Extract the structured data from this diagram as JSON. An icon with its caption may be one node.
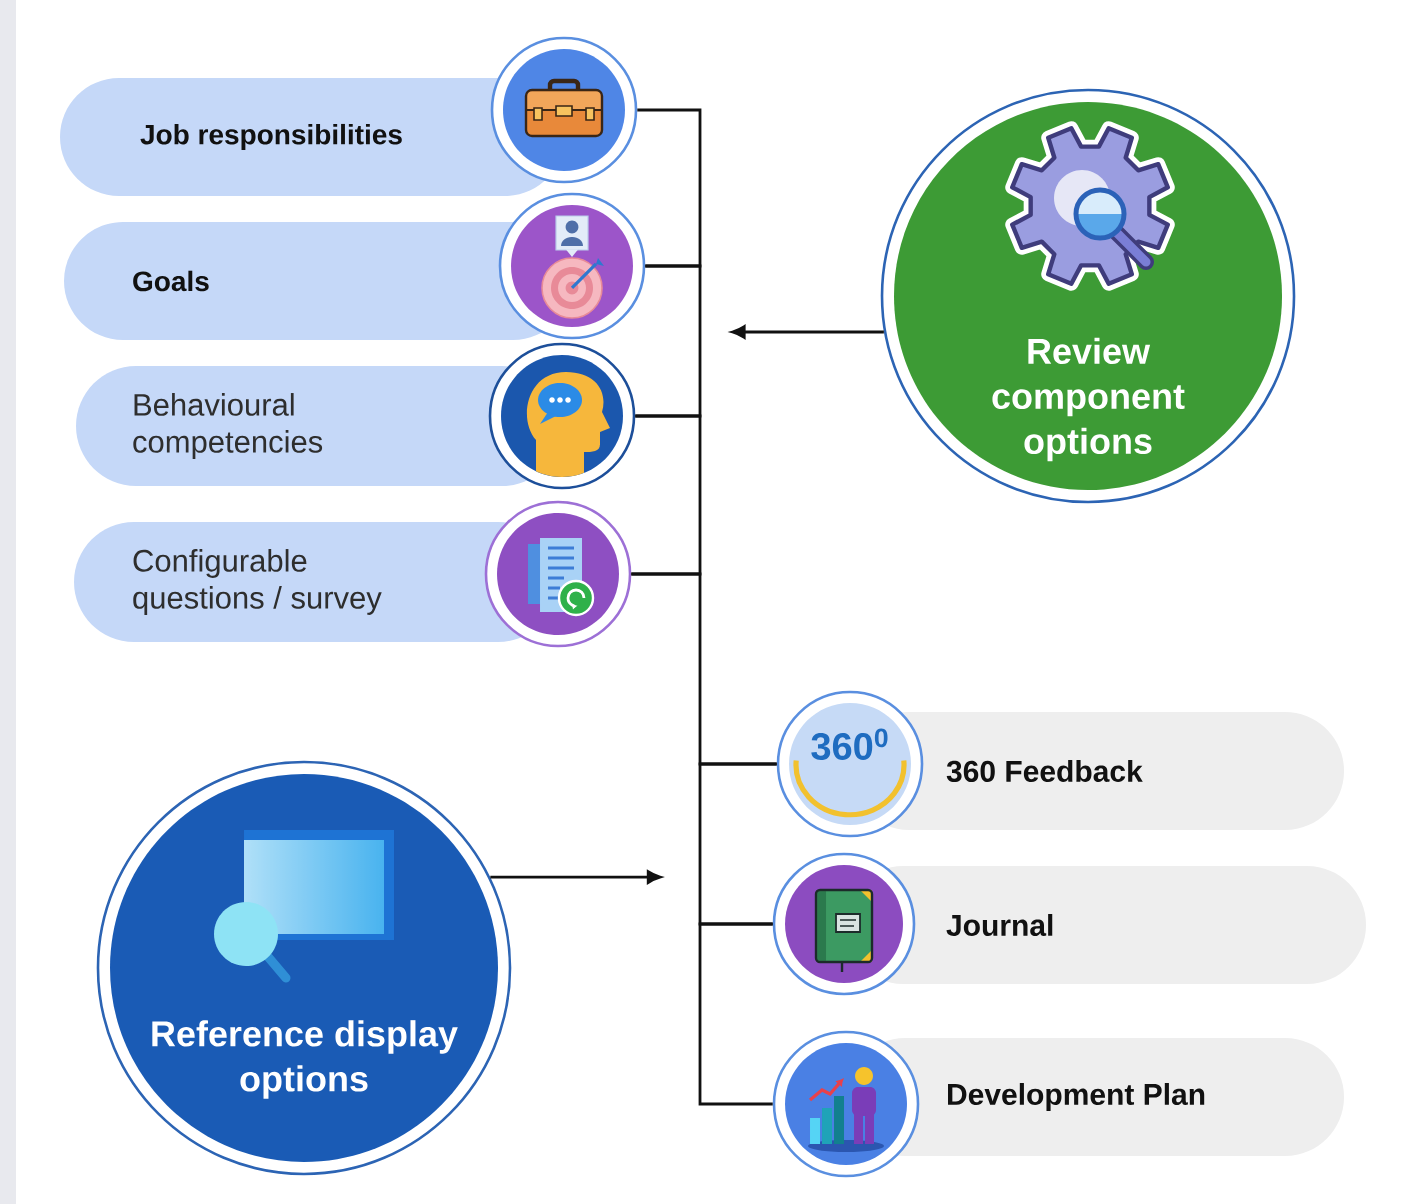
{
  "diagram": {
    "nodes": [
      {
        "text": [
          "Job responsibilities"
        ]
      },
      {
        "text": [],
        "shape": "picture"
      },
      {
        "text": [
          "Goals"
        ]
      },
      {
        "text": [],
        "shape": "picture"
      },
      {
        "text": [
          "Behavioural competencies"
        ]
      },
      {
        "text": [],
        "shape": "picture"
      },
      {
        "text": [
          "Configurable questions / survey"
        ]
      },
      {
        "text": [],
        "shape": "picture"
      },
      {
        "text": [
          "Review component options"
        ]
      },
      {
        "text": [
          "360$^{0}$"
        ]
      },
      {
        "text": [
          "360 Feedback"
        ]
      },
      {
        "text": [],
        "shape": "picture"
      },
      {
        "text": [
          "Journal"
        ]
      },
      {
        "text": [
          "Reference display options"
        ]
      },
      {
        "text": [],
        "shape": "picture"
      },
      {
        "text": [
          "Development Plan"
        ]
      }
    ],
    "edges": [
      {
        "from": 1,
        "to": 3,
        "arrow": "none"
      },
      {
        "from": 3,
        "to": 5,
        "arrow": "none"
      },
      {
        "from": 5,
        "to": 7,
        "arrow": "none"
      },
      {
        "from": 7,
        "to": 9,
        "arrow": "none"
      },
      {
        "from": 9,
        "to": 11,
        "arrow": "none"
      },
      {
        "from": 11,
        "to": 14,
        "arrow": "none"
      },
      {
        "from": 8,
        "to": null,
        "arrow": "to"
      },
      {
        "from": 13,
        "to": null,
        "arrow": "to"
      }
    ]
  }
}
